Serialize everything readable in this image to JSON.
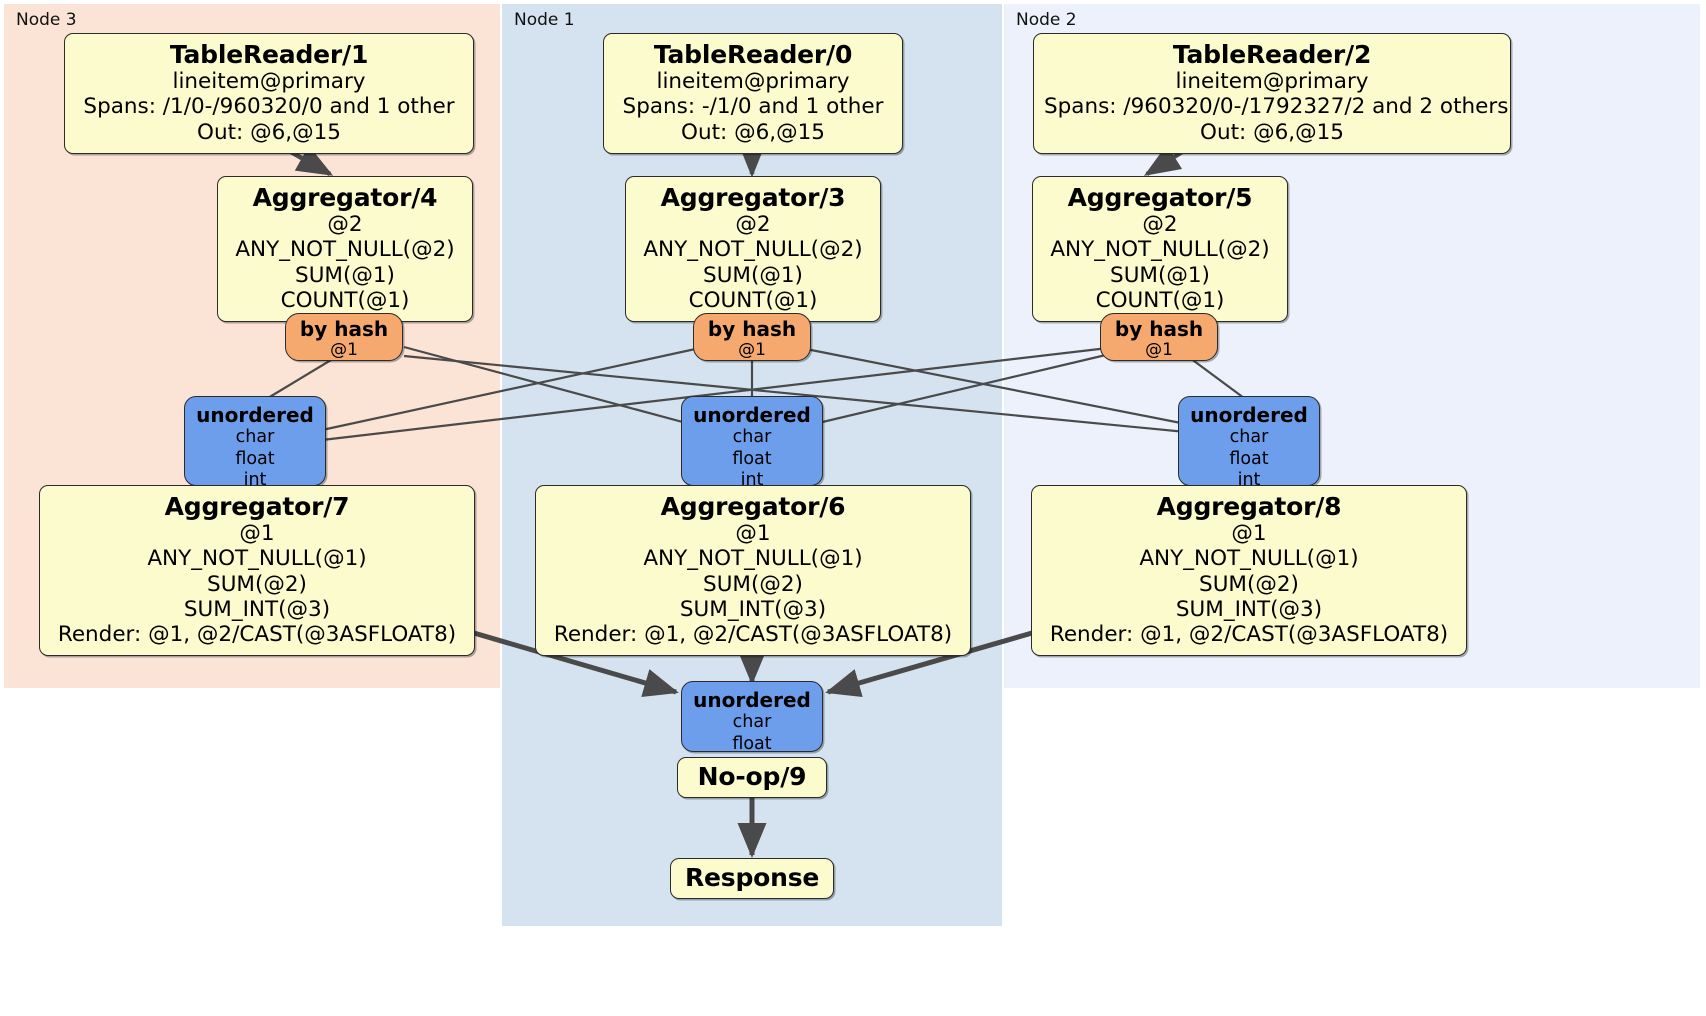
{
  "diagram": {
    "kind": "distributed-query-plan",
    "colors": {
      "processor_fill": "#fbfbcd",
      "router_fill": "#f6a96e",
      "receiver_fill": "#6d9eeb",
      "node3_panel": "#fbe3d6",
      "node1_panel": "#d4e3ef",
      "node2_panel": "#edf1fb",
      "edge_stroke": "#4a4a4a",
      "border": "#2b2b2b"
    }
  },
  "panels": [
    {
      "id": "node3",
      "label": "Node 3"
    },
    {
      "id": "node1",
      "label": "Node 1"
    },
    {
      "id": "node2",
      "label": "Node 2"
    }
  ],
  "processors": {
    "table_reader_1": {
      "title": "TableReader/1",
      "lines": [
        "lineitem@primary",
        "Spans: /1/0-/960320/0 and 1 other",
        "Out: @6,@15"
      ]
    },
    "table_reader_0": {
      "title": "TableReader/0",
      "lines": [
        "lineitem@primary",
        "Spans: -/1/0 and 1 other",
        "Out: @6,@15"
      ]
    },
    "table_reader_2": {
      "title": "TableReader/2",
      "lines": [
        "lineitem@primary",
        "Spans: /960320/0-/1792327/2 and 2 others",
        "Out: @6,@15"
      ]
    },
    "aggregator_4": {
      "title": "Aggregator/4",
      "lines": [
        "@2",
        "ANY_NOT_NULL(@2)",
        "SUM(@1)",
        "COUNT(@1)"
      ]
    },
    "aggregator_3": {
      "title": "Aggregator/3",
      "lines": [
        "@2",
        "ANY_NOT_NULL(@2)",
        "SUM(@1)",
        "COUNT(@1)"
      ]
    },
    "aggregator_5": {
      "title": "Aggregator/5",
      "lines": [
        "@2",
        "ANY_NOT_NULL(@2)",
        "SUM(@1)",
        "COUNT(@1)"
      ]
    },
    "aggregator_7": {
      "title": "Aggregator/7",
      "lines": [
        "@1",
        "ANY_NOT_NULL(@1)",
        "SUM(@2)",
        "SUM_INT(@3)",
        "Render: @1, @2/CAST(@3ASFLOAT8)"
      ]
    },
    "aggregator_6": {
      "title": "Aggregator/6",
      "lines": [
        "@1",
        "ANY_NOT_NULL(@1)",
        "SUM(@2)",
        "SUM_INT(@3)",
        "Render: @1, @2/CAST(@3ASFLOAT8)"
      ]
    },
    "aggregator_8": {
      "title": "Aggregator/8",
      "lines": [
        "@1",
        "ANY_NOT_NULL(@1)",
        "SUM(@2)",
        "SUM_INT(@3)",
        "Render: @1, @2/CAST(@3ASFLOAT8)"
      ]
    },
    "noop_9": {
      "title": "No-op/9",
      "lines": []
    },
    "response": {
      "title": "Response",
      "lines": []
    }
  },
  "routers": {
    "router_left": {
      "title": "by hash",
      "lines": [
        "@1"
      ]
    },
    "router_middle": {
      "title": "by hash",
      "lines": [
        "@1"
      ]
    },
    "router_right": {
      "title": "by hash",
      "lines": [
        "@1"
      ]
    }
  },
  "receivers": {
    "recv_left": {
      "title": "unordered",
      "lines": [
        "char",
        "float",
        "int"
      ]
    },
    "recv_middle": {
      "title": "unordered",
      "lines": [
        "char",
        "float",
        "int"
      ]
    },
    "recv_right": {
      "title": "unordered",
      "lines": [
        "char",
        "float",
        "int"
      ]
    },
    "recv_final": {
      "title": "unordered",
      "lines": [
        "char",
        "float"
      ]
    }
  }
}
